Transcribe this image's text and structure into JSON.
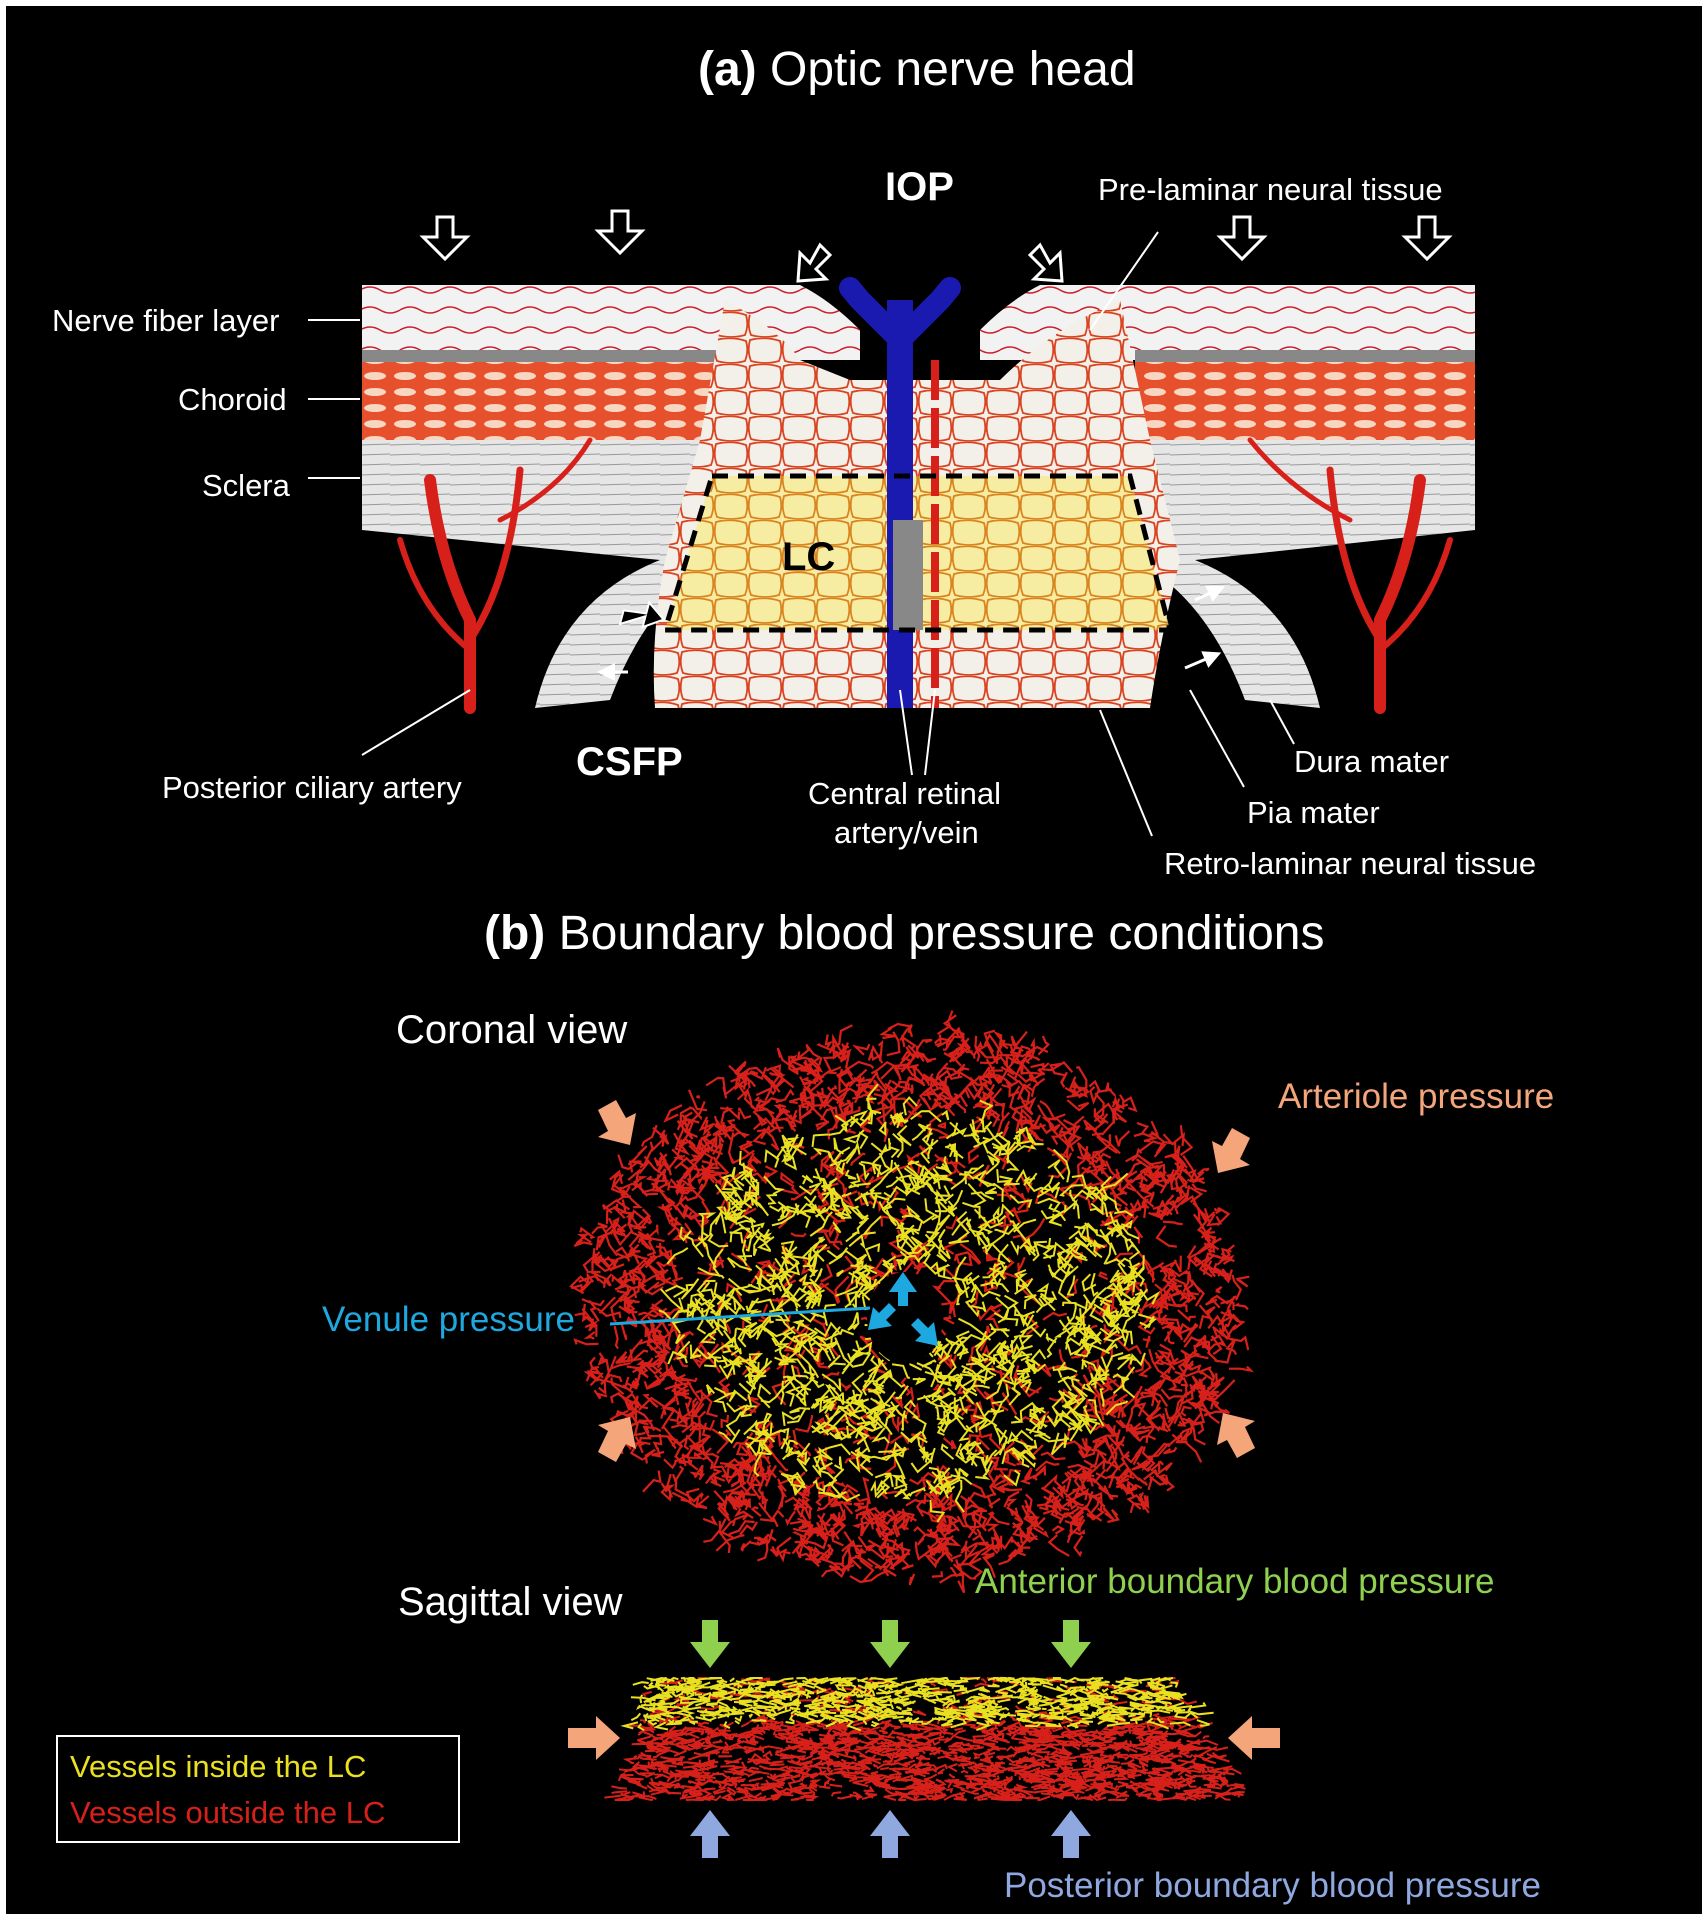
{
  "panel_a": {
    "title_letter": "(a)",
    "title_text": "Optic nerve head",
    "iop": "IOP",
    "csfp": "CSFP",
    "lc": "LC",
    "labels": {
      "nerve_fiber_layer": "Nerve fiber layer",
      "choroid": "Choroid",
      "sclera": "Sclera",
      "posterior_ciliary_artery": "Posterior ciliary artery",
      "pre_laminar": "Pre-laminar neural tissue",
      "central_retinal_line1": "Central retinal",
      "central_retinal_line2": "artery/vein",
      "dura_mater": "Dura mater",
      "pia_mater": "Pia mater",
      "retro_laminar": "Retro-laminar neural tissue"
    }
  },
  "panel_b": {
    "title_letter": "(b)",
    "title_text": "Boundary blood pressure conditions",
    "coronal_view": "Coronal view",
    "sagittal_view": "Sagittal view",
    "arteriole_pressure": "Arteriole pressure",
    "venule_pressure": "Venule pressure",
    "anterior_pressure": "Anterior boundary blood pressure",
    "posterior_pressure": "Posterior boundary blood pressure",
    "legend": {
      "inside": "Vessels inside the LC",
      "outside": "Vessels outside the LC"
    }
  },
  "colors": {
    "background": "#000000",
    "arteriole": "#f4a57a",
    "venule": "#1ea8e0",
    "anterior": "#8fd14f",
    "posterior": "#8fa8e0",
    "vessel_inside": "#e8e020",
    "vessel_outside": "#d8201a",
    "optic_vessel": "#1a1ab0"
  }
}
